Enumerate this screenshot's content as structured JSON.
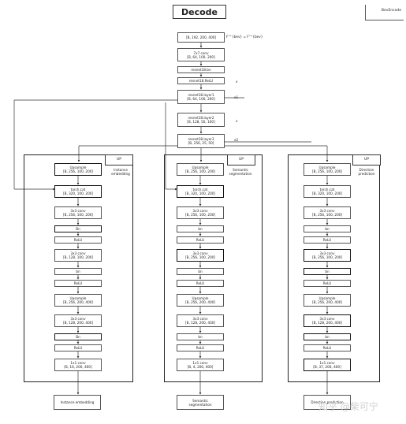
{
  "title": "Decode",
  "corner_label": "BevEncode",
  "formula": "F'^{bev} = F'^{bev}",
  "backbone": {
    "input": "[B, 192, 200, 400]",
    "conv7": "7x7 conv",
    "conv7_out": "[B, 64, 100, 200]",
    "bn": "resnet18.bn",
    "relu": "resnet18.ReLU",
    "layer1": "resnet18.layer1",
    "layer1_out": "[B, 64, 100, 200]",
    "layer2": "resnet18.layer2",
    "layer2_out": "[B, 128, 50, 100]",
    "layer3": "resnet18.layer3",
    "layer3_out": "[B, 256, 25, 50]",
    "var_x": "x",
    "var_x1": "x1",
    "var_x2": "x2",
    "var_x3": "x"
  },
  "up_label": "UP",
  "branches": [
    {
      "side": "Instance embedding",
      "blocks": [
        {
          "lines": [
            "Upsample",
            "[B, 256, 100, 200]"
          ],
          "thick": true
        },
        {
          "lines": [
            "torch.cat",
            "[B, 320, 100, 200]"
          ],
          "thick": true
        },
        {
          "lines": [
            "3x3 conv",
            "[B, 256, 100, 200]"
          ],
          "thick": false
        },
        {
          "lines": [
            "Bn"
          ],
          "thick": true
        },
        {
          "lines": [
            "ReLU"
          ],
          "thick": false
        },
        {
          "lines": [
            "3x3 conv",
            "[B, 128, 100, 200]"
          ],
          "thick": false
        },
        {
          "lines": [
            "bn"
          ],
          "thick": false
        },
        {
          "lines": [
            "ReLU"
          ],
          "thick": false
        },
        {
          "lines": [
            "Upsample",
            "[B, 256, 200, 400]"
          ],
          "thick": false
        },
        {
          "lines": [
            "3x3 conv",
            "[B, 128, 200, 400]"
          ],
          "thick": false
        },
        {
          "lines": [
            "Bn"
          ],
          "thick": true
        },
        {
          "lines": [
            "ReLU"
          ],
          "thick": false
        },
        {
          "lines": [
            "1x1 conv",
            "[B, 16, 200, 400]"
          ],
          "thick": false
        }
      ],
      "output": "Instance embedding"
    },
    {
      "side": "Semantic segmentation",
      "blocks": [
        {
          "lines": [
            "Upsample",
            "[B, 256, 100, 200]"
          ],
          "thick": false
        },
        {
          "lines": [
            "torch.cat",
            "[B, 320, 100, 200]"
          ],
          "thick": true
        },
        {
          "lines": [
            "3x3 conv",
            "[B, 256, 100, 200]"
          ],
          "thick": false
        },
        {
          "lines": [
            "bn"
          ],
          "thick": false
        },
        {
          "lines": [
            "ReLU"
          ],
          "thick": false
        },
        {
          "lines": [
            "3x3 conv",
            "[B, 256, 100, 200]"
          ],
          "thick": true
        },
        {
          "lines": [
            "bn"
          ],
          "thick": false
        },
        {
          "lines": [
            "ReLU"
          ],
          "thick": false
        },
        {
          "lines": [
            "Upsample",
            "[B, 256, 200, 400]"
          ],
          "thick": false
        },
        {
          "lines": [
            "3x3 conv",
            "[B, 128, 200, 400]"
          ],
          "thick": false
        },
        {
          "lines": [
            "bn"
          ],
          "thick": false
        },
        {
          "lines": [
            "ReLU"
          ],
          "thick": false
        },
        {
          "lines": [
            "1x1 conv",
            "[B, 4, 200, 400]"
          ],
          "thick": false
        }
      ],
      "output": "Semantic segmentation"
    },
    {
      "side": "Direction prediction",
      "blocks": [
        {
          "lines": [
            "Upsample",
            "[B, 256, 100, 200]"
          ],
          "thick": false
        },
        {
          "lines": [
            "torch.cat",
            "[B, 320, 100, 200]"
          ],
          "thick": false
        },
        {
          "lines": [
            "3x3 conv",
            "[B, 256, 100, 200]"
          ],
          "thick": false
        },
        {
          "lines": [
            "bn"
          ],
          "thick": false
        },
        {
          "lines": [
            "ReLU"
          ],
          "thick": false
        },
        {
          "lines": [
            "3x3 conv",
            "[B, 256, 100, 200]"
          ],
          "thick": true
        },
        {
          "lines": [
            "bn"
          ],
          "thick": true
        },
        {
          "lines": [
            "ReLU"
          ],
          "thick": false
        },
        {
          "lines": [
            "Upsample",
            "[B, 256, 200, 400]"
          ],
          "thick": false
        },
        {
          "lines": [
            "3x3 conv",
            "[B, 128, 200, 400]"
          ],
          "thick": true
        },
        {
          "lines": [
            "bn"
          ],
          "thick": true
        },
        {
          "lines": [
            "ReLU"
          ],
          "thick": false
        },
        {
          "lines": [
            "1x1 conv",
            "[B, 37, 200, 400]"
          ],
          "thick": true
        }
      ],
      "output": "Direction prediction"
    }
  ],
  "watermark": "知乎 @柴可宁"
}
